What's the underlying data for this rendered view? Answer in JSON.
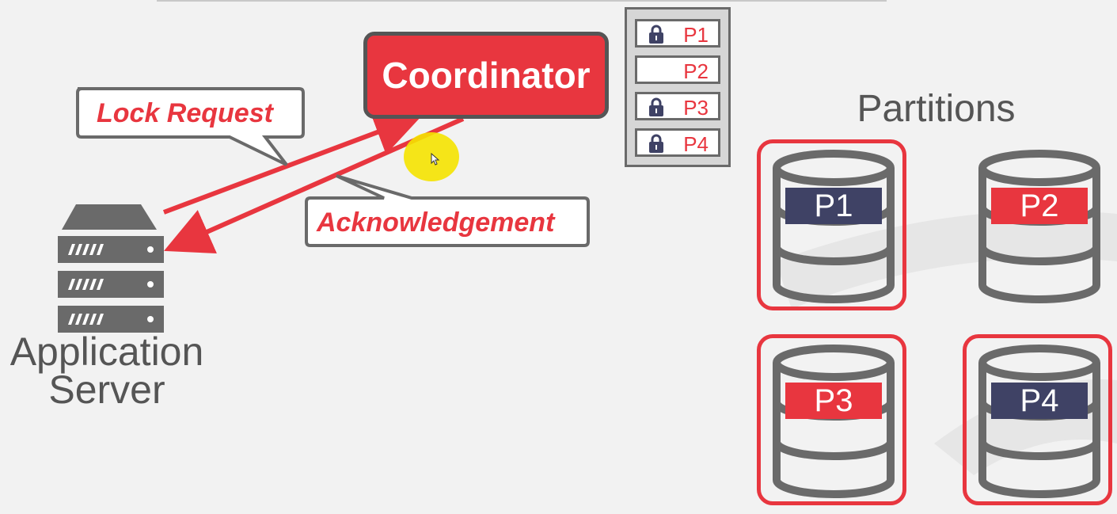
{
  "diagram": {
    "coordinator_label": "Coordinator",
    "lock_table": [
      {
        "label": "P1",
        "locked": true
      },
      {
        "label": "P2",
        "locked": false
      },
      {
        "label": "P3",
        "locked": true
      },
      {
        "label": "P4",
        "locked": true
      }
    ],
    "lock_request_label": "Lock Request",
    "acknowledgement_label": "Acknowledgement",
    "server_label_line1": "Application",
    "server_label_line2": "Server",
    "partitions_title": "Partitions",
    "partitions": [
      {
        "label": "P1",
        "locked": true
      },
      {
        "label": "P2",
        "locked": false
      },
      {
        "label": "P3",
        "locked": true
      },
      {
        "label": "P4",
        "locked": true
      }
    ]
  },
  "colors": {
    "accent_red": "#e8363f",
    "dark_navy": "#3f4265",
    "outline_gray": "#666666",
    "text_gray": "#555555",
    "background": "#f2f2f2"
  },
  "icons": {
    "lock": "padlock-icon",
    "server": "server-rack-icon",
    "database": "database-cylinder-icon",
    "cursor": "mouse-pointer-icon"
  }
}
